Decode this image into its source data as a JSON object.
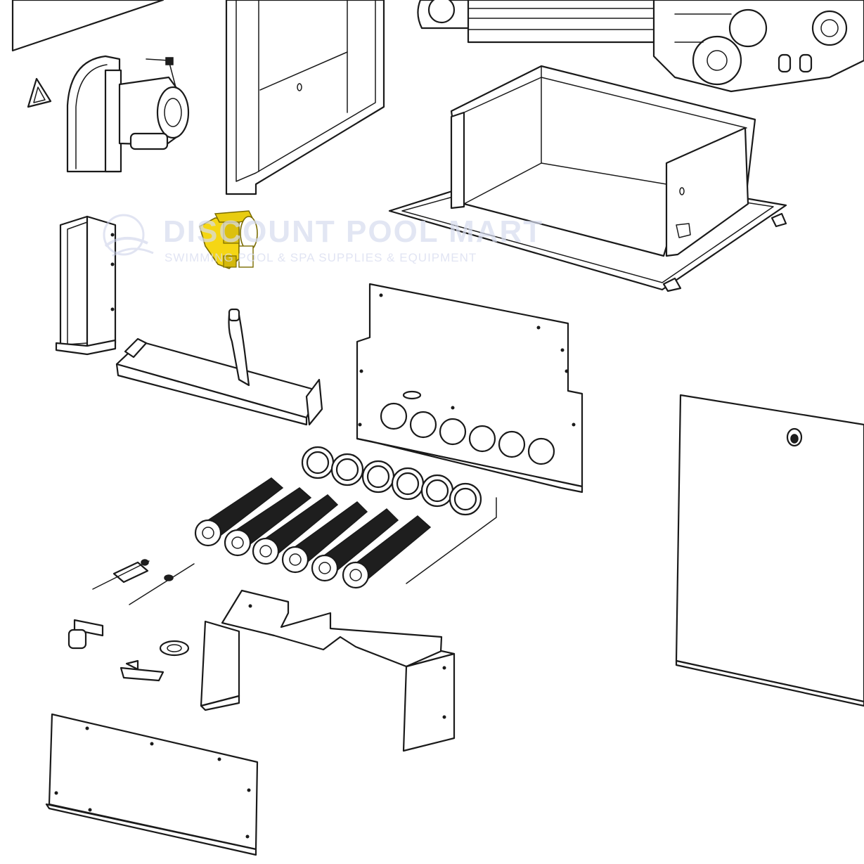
{
  "diagram": {
    "type": "exploded-parts-view",
    "highlighted_part": "yellow part left of the watermark",
    "highlight_color": "#f5d614",
    "line_color": "#1a1a1a",
    "background": "#ffffff"
  },
  "watermark": {
    "title": "DISCOUNT POOL MART",
    "subtitle": "SWIMMING POOL & SPA SUPPLIES & EQUIPMENT",
    "color": "#c9cfe8"
  }
}
